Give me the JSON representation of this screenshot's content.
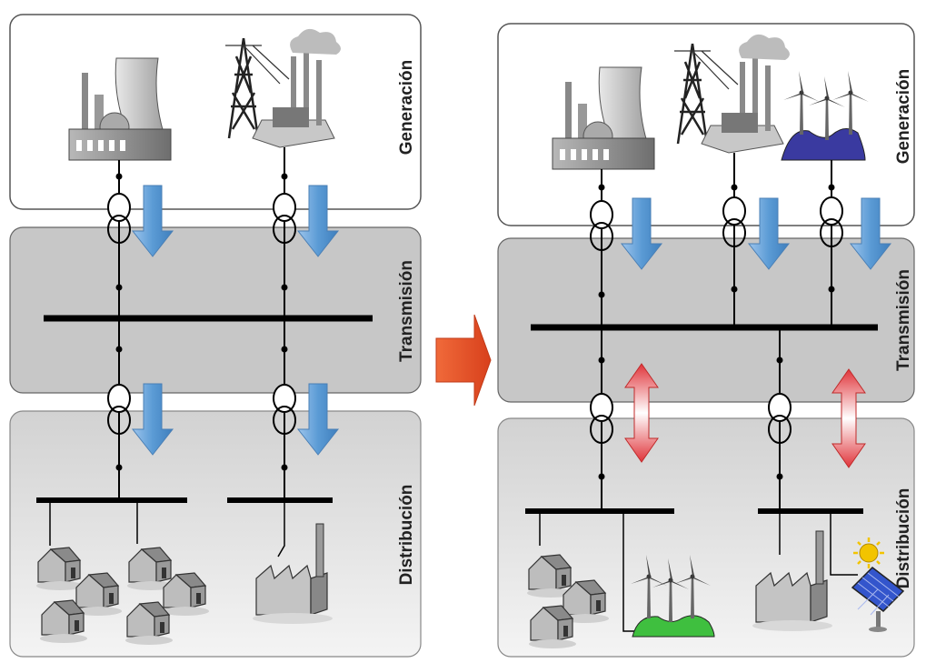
{
  "panels": {
    "before": {
      "sections": {
        "generation": "Generación",
        "transmission": "Transmisión",
        "distribution": "Distribución"
      }
    },
    "after": {
      "sections": {
        "generation": "Generación",
        "transmission": "Transmisión",
        "distribution": "Distribución"
      }
    }
  },
  "colors": {
    "generation_fill": "#ffffff",
    "transmission_fill": "#c7c7c7",
    "distribution_fill": "#dcdcdc",
    "panel_border": "#555555",
    "bus": "#000000",
    "flow_arrow": "#5b9bd5",
    "bidirectional_arrow": "#e0343a",
    "transition_arrow": "#e9502a",
    "wind_base_blue": "#3a3aa0",
    "wind_base_green": "#3fbf3f",
    "solar_panel": "#3355cc",
    "sun": "#f2c400"
  },
  "icons": {
    "nuclear_plant": "nuclear-plant-icon",
    "thermal_plant": "thermal-plant-icon",
    "wind_farm": "wind-farm-icon",
    "transformer": "transformer-icon",
    "house": "house-icon",
    "factory": "factory-icon",
    "solar_panel": "solar-panel-icon"
  }
}
